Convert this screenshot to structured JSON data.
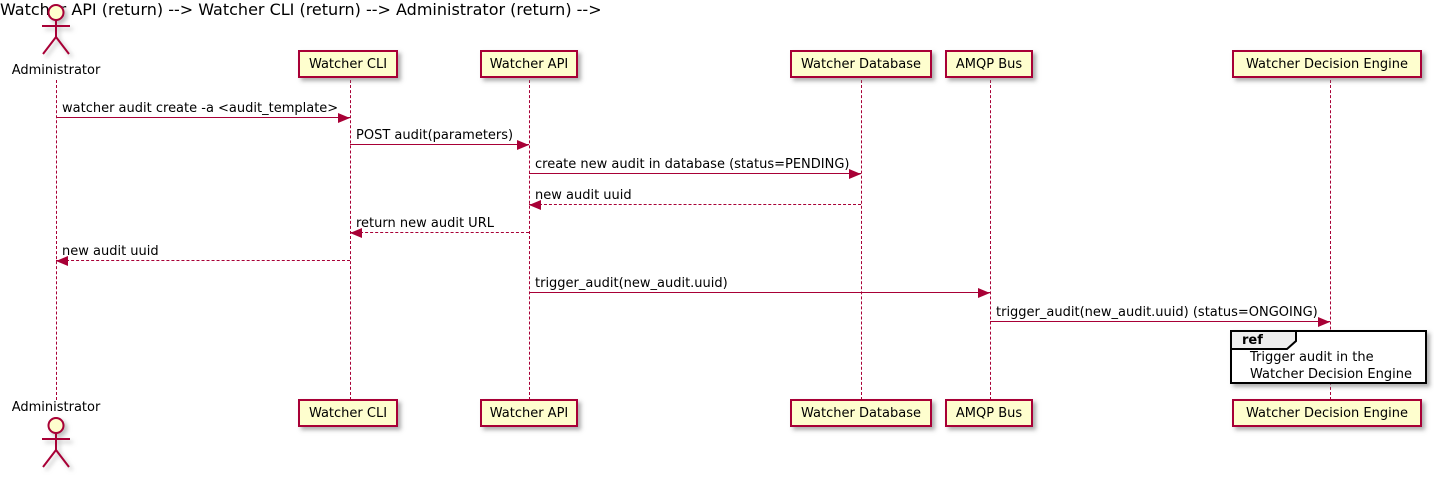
{
  "colors": {
    "participant_fill": "#FEFECE",
    "line_stroke": "#A80036",
    "text": "#000000",
    "ref_fill": "#FFFFFF",
    "ref_header_fill": "#EEEEEE",
    "ref_border": "#000000"
  },
  "actor": {
    "label": "Administrator"
  },
  "participants": [
    {
      "name": "Watcher CLI"
    },
    {
      "name": "Watcher API"
    },
    {
      "name": "Watcher Database"
    },
    {
      "name": "AMQP Bus"
    },
    {
      "name": "Watcher Decision Engine"
    }
  ],
  "messages": [
    {
      "from": "Administrator",
      "to": "Watcher CLI",
      "label": "watcher audit create -a <audit_template>",
      "line": "solid",
      "direction": "right"
    },
    {
      "from": "Watcher CLI",
      "to": "Watcher API",
      "label": "POST audit(parameters)",
      "line": "solid",
      "direction": "right"
    },
    {
      "from": "Watcher API",
      "to": "Watcher Database",
      "label": "create new audit in database (status=PENDING)",
      "line": "solid",
      "direction": "right"
    },
    {
      "from": "Watcher Database",
      "to": "Watcher API",
      "label": "new audit uuid",
      "line": "dashed",
      "direction": "left"
    },
    {
      "from": "Watcher API",
      "to": "Watcher CLI",
      "label": "return new audit URL",
      "line": "dashed",
      "direction": "left"
    },
    {
      "from": "Watcher CLI",
      "to": "Administrator",
      "label": "new audit uuid",
      "line": "dashed",
      "direction": "left"
    },
    {
      "from": "Watcher API",
      "to": "AMQP Bus",
      "label": "trigger_audit(new_audit.uuid)",
      "line": "solid",
      "direction": "right"
    },
    {
      "from": "AMQP Bus",
      "to": "Watcher Decision Engine",
      "label": "trigger_audit(new_audit.uuid) (status=ONGOING)",
      "line": "solid",
      "direction": "right"
    }
  ],
  "ref_fragment": {
    "keyword": "ref",
    "line1": "Trigger audit in the",
    "line2": "Watcher Decision Engine"
  }
}
